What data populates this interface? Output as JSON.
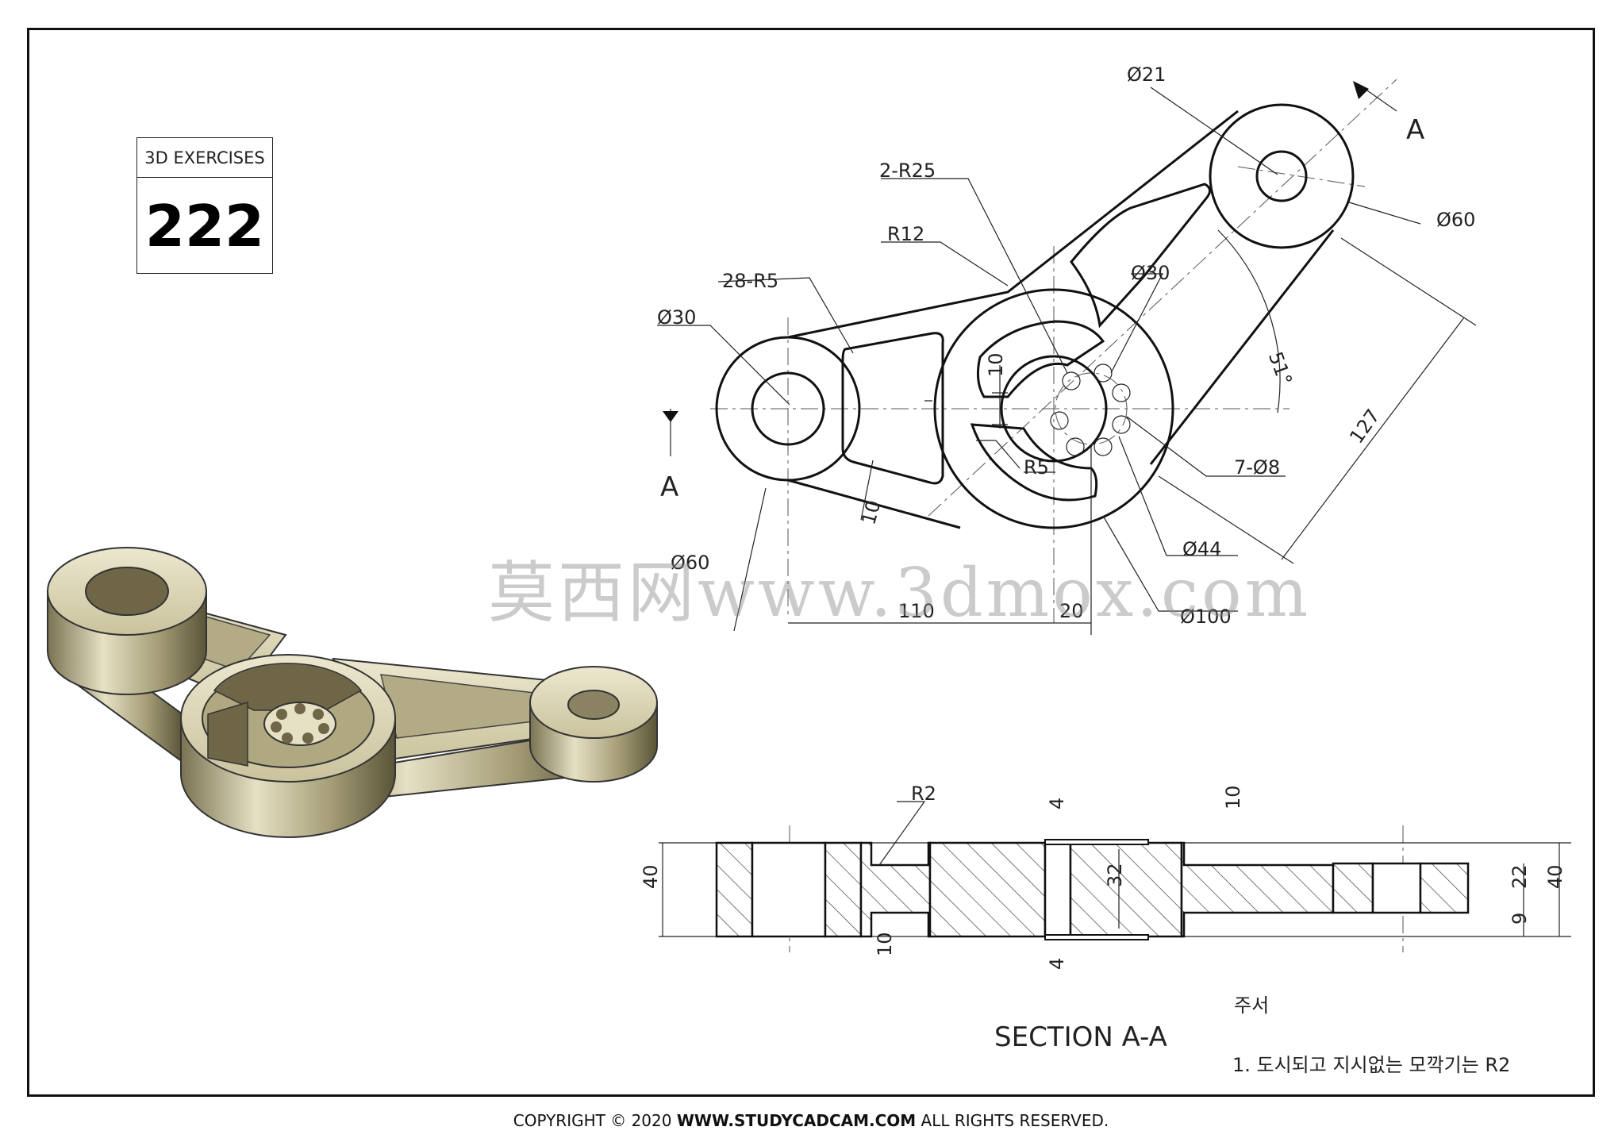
{
  "badge": {
    "title": "3D EXERCISES",
    "number": "222"
  },
  "dimensions": {
    "d21": "Ø21",
    "a_top": "A",
    "d60_right": "Ø60",
    "r25": "2-R25",
    "r12": "R12",
    "d30_center": "Ø30",
    "r5_28": "28-R5",
    "d30_left": "Ø30",
    "angle51": "51°",
    "ten_upper": "10",
    "a_left": "A",
    "r5": "R5",
    "holes": "7-Ø8",
    "len127": "127",
    "ten_lower": "10",
    "d60_left": "Ø60",
    "d44": "Ø44",
    "len110": "110",
    "len20": "20",
    "d100": "Ø100"
  },
  "section": {
    "r2": "R2",
    "four_top": "4",
    "ten_top": "10",
    "forty_left": "40",
    "thirty_two": "32",
    "twenty_two": "22",
    "forty_right": "40",
    "nine": "9",
    "ten_bottom": "10",
    "four_bottom": "4",
    "title": "SECTION A-A"
  },
  "notes": {
    "heading": "주서",
    "line1": "1. 도시되고 지시없는 모깍기는 R2"
  },
  "watermark": "莫西网www.3dmox.com",
  "footer": {
    "prefix": "COPYRIGHT © 2020 ",
    "site": "WWW.STUDYCADCAM.COM",
    "suffix": " ALL RIGHTS RESERVED."
  },
  "colors": {
    "model_fill": "#cfc7a2",
    "model_dark": "#6e6646",
    "model_light": "#ebe6cc"
  }
}
